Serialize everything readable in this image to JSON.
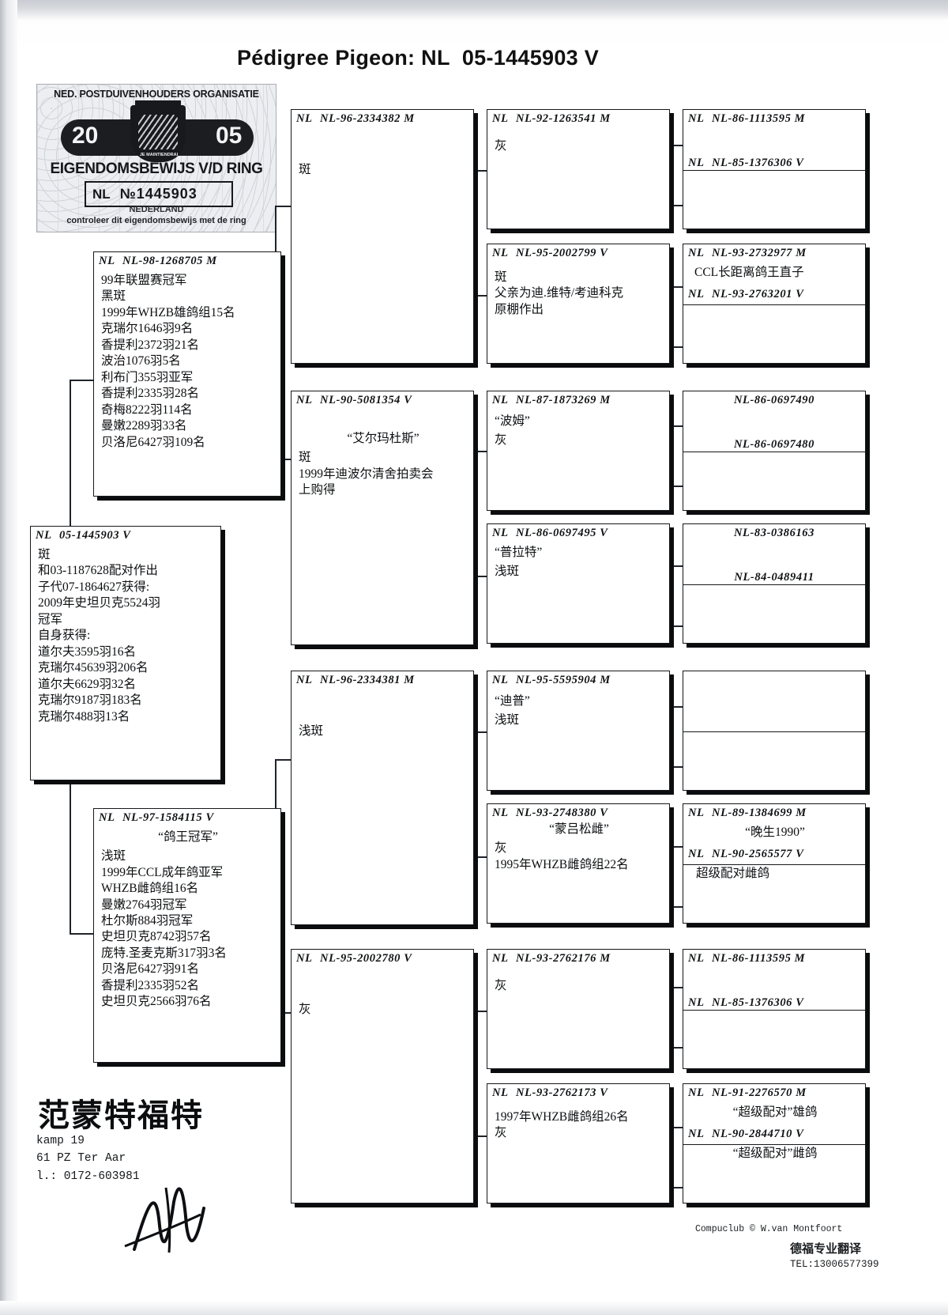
{
  "title": "Pédigree Pigeon: NL  05-1445903 V",
  "stamp": {
    "organisation": "NED. POSTDUIVENHOUDERS ORGANISATIE",
    "year_left": "20",
    "year_right": "05",
    "motto": "JE MAINTIENDRAI",
    "ownership": "EIGENDOMSBEWIJS V/D RING",
    "country_code": "NL",
    "ring_number": "№1445903",
    "country": "NEDERLAND",
    "check_note": "controleer dit eigendomsbewijs met de ring"
  },
  "subject": {
    "prefix": "NL",
    "ring": "05-1445903 V",
    "text": "斑\n和03-1187628配对作出\n子代07-1864627获得:\n2009年史坦贝克5524羽\n冠军\n自身获得:\n道尔夫3595羽16名\n克瑞尔45639羽206名\n道尔夫6629羽32名\n克瑞尔9187羽183名\n克瑞尔488羽13名"
  },
  "sire": {
    "prefix": "NL",
    "ring": "NL-98-1268705 M",
    "text": "99年联盟赛冠军\n黑斑\n1999年WHZB雄鸽组15名\n克瑞尔1646羽9名\n香提利2372羽21名\n波治1076羽5名\n利布门355羽亚军\n香提利2335羽28名\n奇梅8222羽114名\n曼嫩2289羽33名\n贝洛尼6427羽109名"
  },
  "dam": {
    "prefix": "NL",
    "ring": "NL-97-1584115 V",
    "name": "“鸽王冠军”",
    "text": "浅斑\n1999年CCL成年鸽亚军\nWHZB雌鸽组16名\n曼嫩2764羽冠军\n杜尔斯884羽冠军\n史坦贝克8742羽57名\n庞特.圣麦克斯317羽3名\n贝洛尼6427羽91名\n香提利2335羽52名\n史坦贝克2566羽76名"
  },
  "gen3": [
    {
      "prefix": "NL",
      "ring": "NL-96-2334382 M",
      "name": "",
      "text": "斑"
    },
    {
      "prefix": "NL",
      "ring": "NL-90-5081354 V",
      "name": "“艾尔玛杜斯”",
      "text": "斑\n1999年迪波尔清舍拍卖会\n上购得"
    },
    {
      "prefix": "NL",
      "ring": "NL-96-2334381 M",
      "name": "",
      "text": "浅斑"
    },
    {
      "prefix": "NL",
      "ring": "NL-95-2002780 V",
      "name": "",
      "text": "灰"
    }
  ],
  "gen4": [
    {
      "prefix": "NL",
      "ring": "NL-92-1263541 M",
      "name": "",
      "text": "灰"
    },
    {
      "prefix": "NL",
      "ring": "NL-95-2002799 V",
      "name": "",
      "text": "斑\n父亲为迪.维特/考迪科克\n原棚作出"
    },
    {
      "prefix": "NL",
      "ring": "NL-87-1873269 M",
      "name": "“波姆”",
      "text": "灰"
    },
    {
      "prefix": "NL",
      "ring": "NL-86-0697495 V",
      "name": "“普拉特”",
      "text": "浅斑"
    },
    {
      "prefix": "NL",
      "ring": "NL-95-5595904 M",
      "name": "“迪普”",
      "text": "浅斑"
    },
    {
      "prefix": "NL",
      "ring": "NL-93-2748380 V",
      "name": "“蒙吕松雌”",
      "text": "灰\n1995年WHZB雌鸽组22名"
    },
    {
      "prefix": "NL",
      "ring": "NL-93-2762176 M",
      "name": "",
      "text": "灰"
    },
    {
      "prefix": "NL",
      "ring": "NL-93-2762173 V",
      "name": "",
      "text": "1997年WHZB雌鸽组26名\n灰"
    }
  ],
  "gen5": [
    {
      "top": {
        "prefix": "NL",
        "ring": "NL-86-1113595 M",
        "text": ""
      },
      "bottom": {
        "prefix": "NL",
        "ring": "NL-85-1376306 V",
        "text": ""
      }
    },
    {
      "top": {
        "prefix": "NL",
        "ring": "NL-93-2732977 M",
        "text": "CCL长距离鸽王直子"
      },
      "bottom": {
        "prefix": "NL",
        "ring": "NL-93-2763201 V",
        "text": ""
      }
    },
    {
      "top": {
        "prefix": "",
        "ring": "NL-86-0697490",
        "text": ""
      },
      "bottom": {
        "prefix": "",
        "ring": "NL-86-0697480",
        "text": ""
      }
    },
    {
      "top": {
        "prefix": "",
        "ring": "NL-83-0386163",
        "text": ""
      },
      "bottom": {
        "prefix": "",
        "ring": "NL-84-0489411",
        "text": ""
      }
    },
    {
      "top": {
        "prefix": "",
        "ring": "",
        "text": ""
      },
      "bottom": {
        "prefix": "",
        "ring": "",
        "text": ""
      }
    },
    {
      "top": {
        "prefix": "NL",
        "ring": "NL-89-1384699 M",
        "text": "“晚生1990”"
      },
      "bottom": {
        "prefix": "NL",
        "ring": "NL-90-2565577 V",
        "text": "超级配对雌鸽"
      }
    },
    {
      "top": {
        "prefix": "NL",
        "ring": "NL-86-1113595 M",
        "text": ""
      },
      "bottom": {
        "prefix": "NL",
        "ring": "NL-85-1376306 V",
        "text": ""
      }
    },
    {
      "top": {
        "prefix": "NL",
        "ring": "NL-91-2276570 M",
        "text": "“超级配对”雄鸽"
      },
      "bottom": {
        "prefix": "NL",
        "ring": "NL-90-2844710 V",
        "text": "“超级配对”雌鸽"
      }
    }
  ],
  "footer": {
    "breeder": "范蒙特福特",
    "address": "kamp 19\n61 PZ  Ter Aar\nl.: 0172-603981",
    "compuclub": "Compuclub © W.van Montfoort",
    "translator": "德福专业翻译",
    "tel": "TEL:13006577399"
  }
}
